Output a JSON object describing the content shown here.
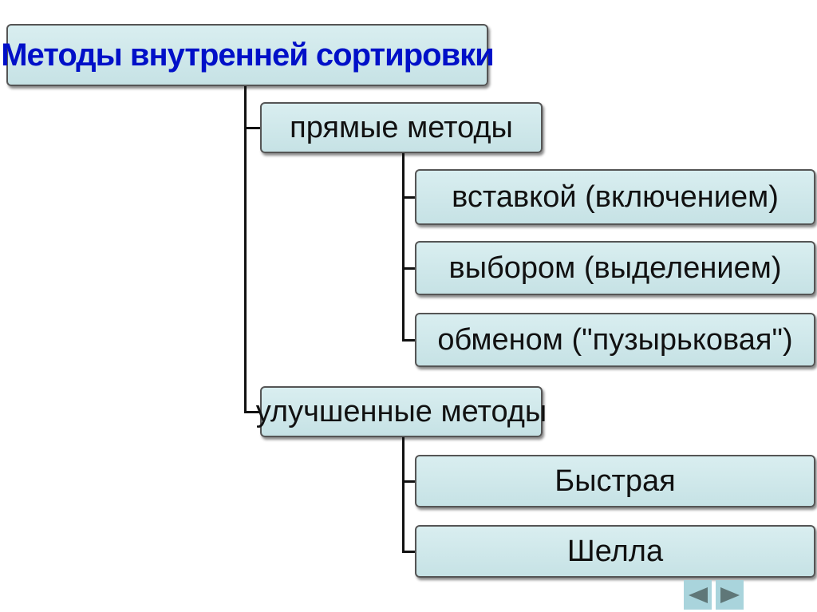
{
  "root": {
    "label": "Методы внутренней сортировки"
  },
  "groups": [
    {
      "label": "прямые методы",
      "children": [
        "вставкой (включением)",
        "выбором (выделением)",
        "обменом (\"пузырьковая\")"
      ]
    },
    {
      "label": "улучшенные методы",
      "children": [
        "Быстрая",
        "Шелла"
      ]
    }
  ],
  "colors": {
    "title": "#0010c8",
    "box_fill": "#cde6e8",
    "nav": "#a9d4dc",
    "arrow": "#5f7778"
  },
  "nav": {
    "prev_icon": "triangle-left-icon",
    "next_icon": "triangle-right-icon"
  }
}
